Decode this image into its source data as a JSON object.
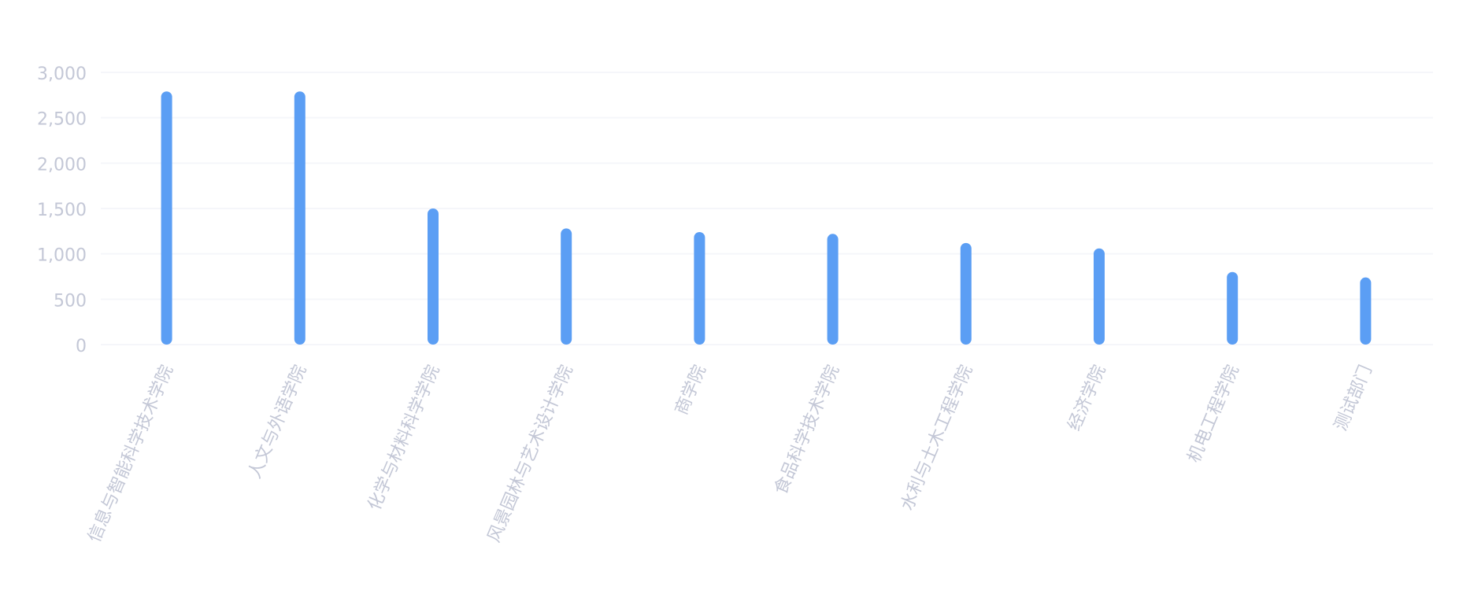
{
  "chart_data": {
    "type": "bar",
    "title": "",
    "xlabel": "",
    "ylabel": "",
    "ylim": [
      0,
      3000
    ],
    "yticks": [
      0,
      500,
      1000,
      1500,
      2000,
      2500,
      3000
    ],
    "ytick_labels": [
      "0",
      "500",
      "1,000",
      "1,500",
      "2,000",
      "2,500",
      "3,000"
    ],
    "grid": true,
    "categories": [
      "信息与智能科学技术学院",
      "人文与外语学院",
      "化学与材料科学学院",
      "风景园林与艺术设计学院",
      "商学院",
      "食品科学技术学院",
      "水利与土木工程学院",
      "经济学院",
      "机电工程学院",
      "测试部门"
    ],
    "values": [
      2790,
      2790,
      1500,
      1280,
      1240,
      1220,
      1120,
      1060,
      800,
      740
    ],
    "bar_color": "#5b9ef4",
    "grid_color": "#f5f6fa"
  }
}
